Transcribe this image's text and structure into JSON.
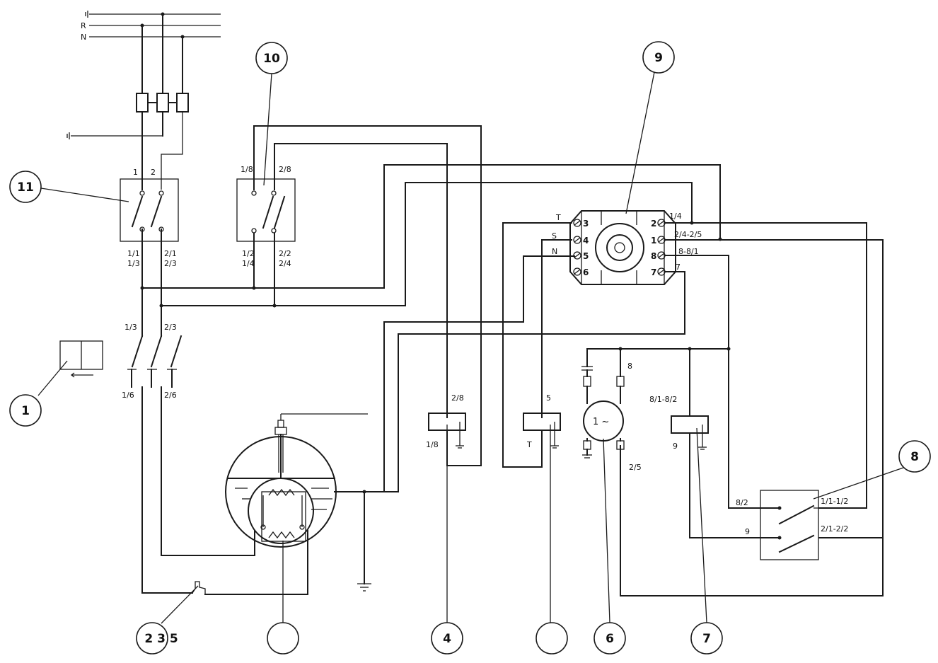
{
  "supply": {
    "phase_label": "R",
    "neutral_label": "N"
  },
  "callouts": {
    "c1": "1",
    "c235": "2 3 5",
    "c_heater": "",
    "c4": "4",
    "c_thermostat": "",
    "c6": "6",
    "c7": "7",
    "c8": "8",
    "c9": "9",
    "c10": "10",
    "c11": "11"
  },
  "switch11": {
    "top1": "1",
    "top2": "2",
    "bot1a": "1/1",
    "bot1b": "1/3",
    "bot2a": "2/1",
    "bot2b": "2/3"
  },
  "switch10": {
    "top1": "1/8",
    "top2": "2/8",
    "bot1a": "1/2",
    "bot1b": "1/4",
    "bot2a": "2/2",
    "bot2b": "2/4"
  },
  "contactor": {
    "in1": "1/3",
    "in2": "2/3",
    "out1": "1/6",
    "out2": "2/6"
  },
  "motor9": {
    "left": [
      "T",
      "S",
      "N"
    ],
    "left_nums": [
      "3",
      "4",
      "5",
      "6"
    ],
    "right_nums": [
      "2",
      "1",
      "8",
      "7"
    ],
    "right": [
      "1/4",
      "2/4-2/5",
      "8-8/1",
      "7"
    ]
  },
  "relay4": {
    "top": "2/8",
    "bottom": "1/8"
  },
  "relay5": {
    "top": "5",
    "bottom": "T"
  },
  "pump6": {
    "symbol": "1 ~",
    "top": "8",
    "bottom": "2/5"
  },
  "relay7": {
    "top": "8/1-8/2",
    "bottom": "9"
  },
  "switch8": {
    "in1": "8/2",
    "in2": "9",
    "out1": "1/1-1/2",
    "out2": "2/1-2/2"
  }
}
